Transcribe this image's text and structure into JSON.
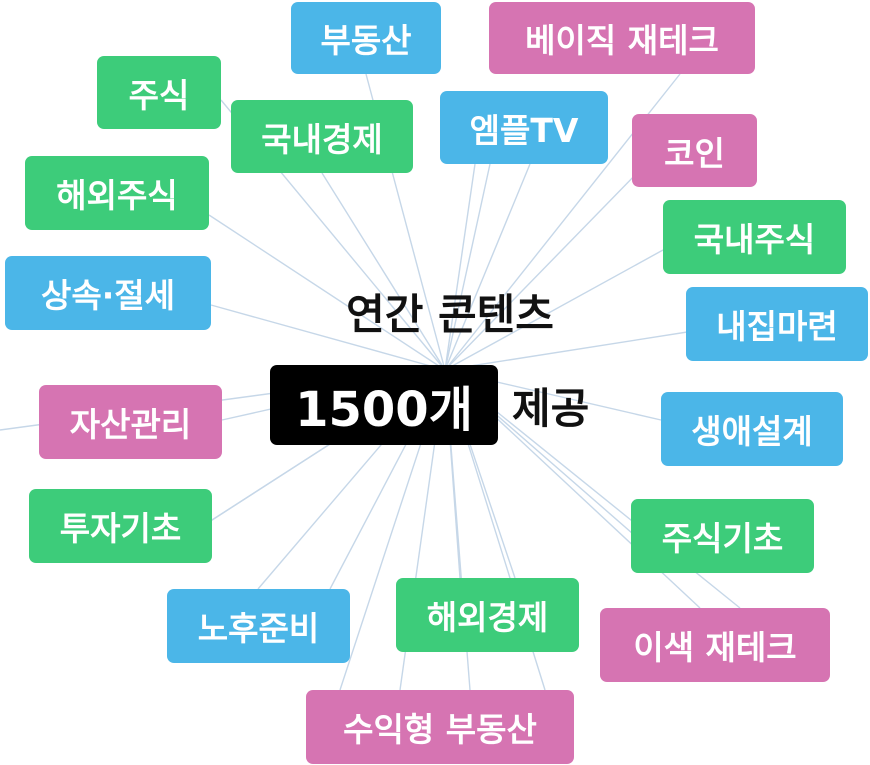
{
  "center": {
    "line1": "연간 콘텐츠",
    "count": "1500개",
    "suffix": "제공"
  },
  "colors": {
    "green": "#3dcc7a",
    "blue": "#4bb6e8",
    "pink": "#d674b2",
    "line": "#c6d7e8",
    "badge": "#000000"
  },
  "tags": [
    {
      "label": "부동산",
      "color": "blue"
    },
    {
      "label": "베이직 재테크",
      "color": "pink"
    },
    {
      "label": "주식",
      "color": "green"
    },
    {
      "label": "국내경제",
      "color": "green"
    },
    {
      "label": "엠플TV",
      "color": "blue"
    },
    {
      "label": "코인",
      "color": "pink"
    },
    {
      "label": "해외주식",
      "color": "green"
    },
    {
      "label": "국내주식",
      "color": "green"
    },
    {
      "label": "상속·절세",
      "color": "blue"
    },
    {
      "label": "내집마련",
      "color": "blue"
    },
    {
      "label": "자산관리",
      "color": "pink"
    },
    {
      "label": "생애설계",
      "color": "blue"
    },
    {
      "label": "투자기초",
      "color": "green"
    },
    {
      "label": "주식기초",
      "color": "green"
    },
    {
      "label": "노후준비",
      "color": "blue"
    },
    {
      "label": "해외경제",
      "color": "green"
    },
    {
      "label": "이색 재테크",
      "color": "pink"
    },
    {
      "label": "수익형 부동산",
      "color": "pink"
    }
  ]
}
